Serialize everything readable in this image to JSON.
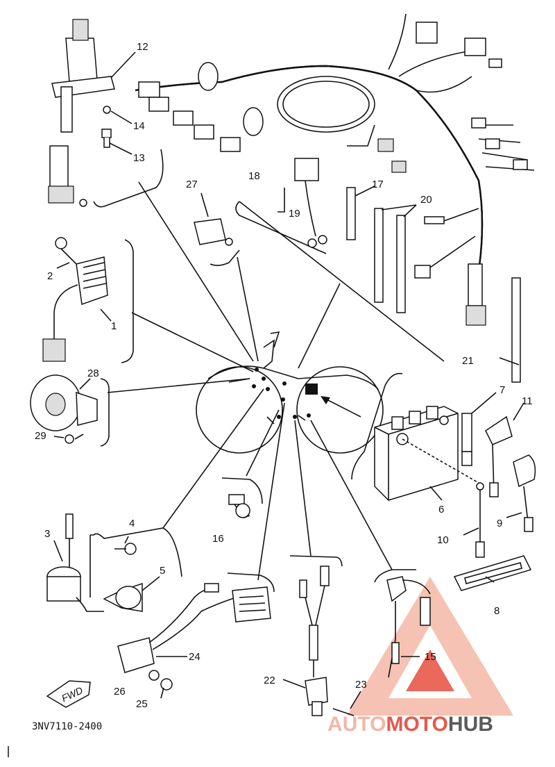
{
  "diagram_code": "3NV7110-2400",
  "fwd_label": "FWD",
  "watermark": {
    "part1": "AUTO",
    "part2": "MOTO",
    "part3": "HUB",
    "color_light": "#f3b7a6",
    "color_red": "#e8584a",
    "color_gray": "#5a5a5a"
  },
  "callouts": [
    "1",
    "2",
    "3",
    "4",
    "5",
    "6",
    "7",
    "8",
    "9",
    "10",
    "11",
    "12",
    "13",
    "14",
    "15",
    "16",
    "17",
    "18",
    "19",
    "20",
    "21",
    "22",
    "23",
    "24",
    "25",
    "26",
    "27",
    "28",
    "29"
  ]
}
